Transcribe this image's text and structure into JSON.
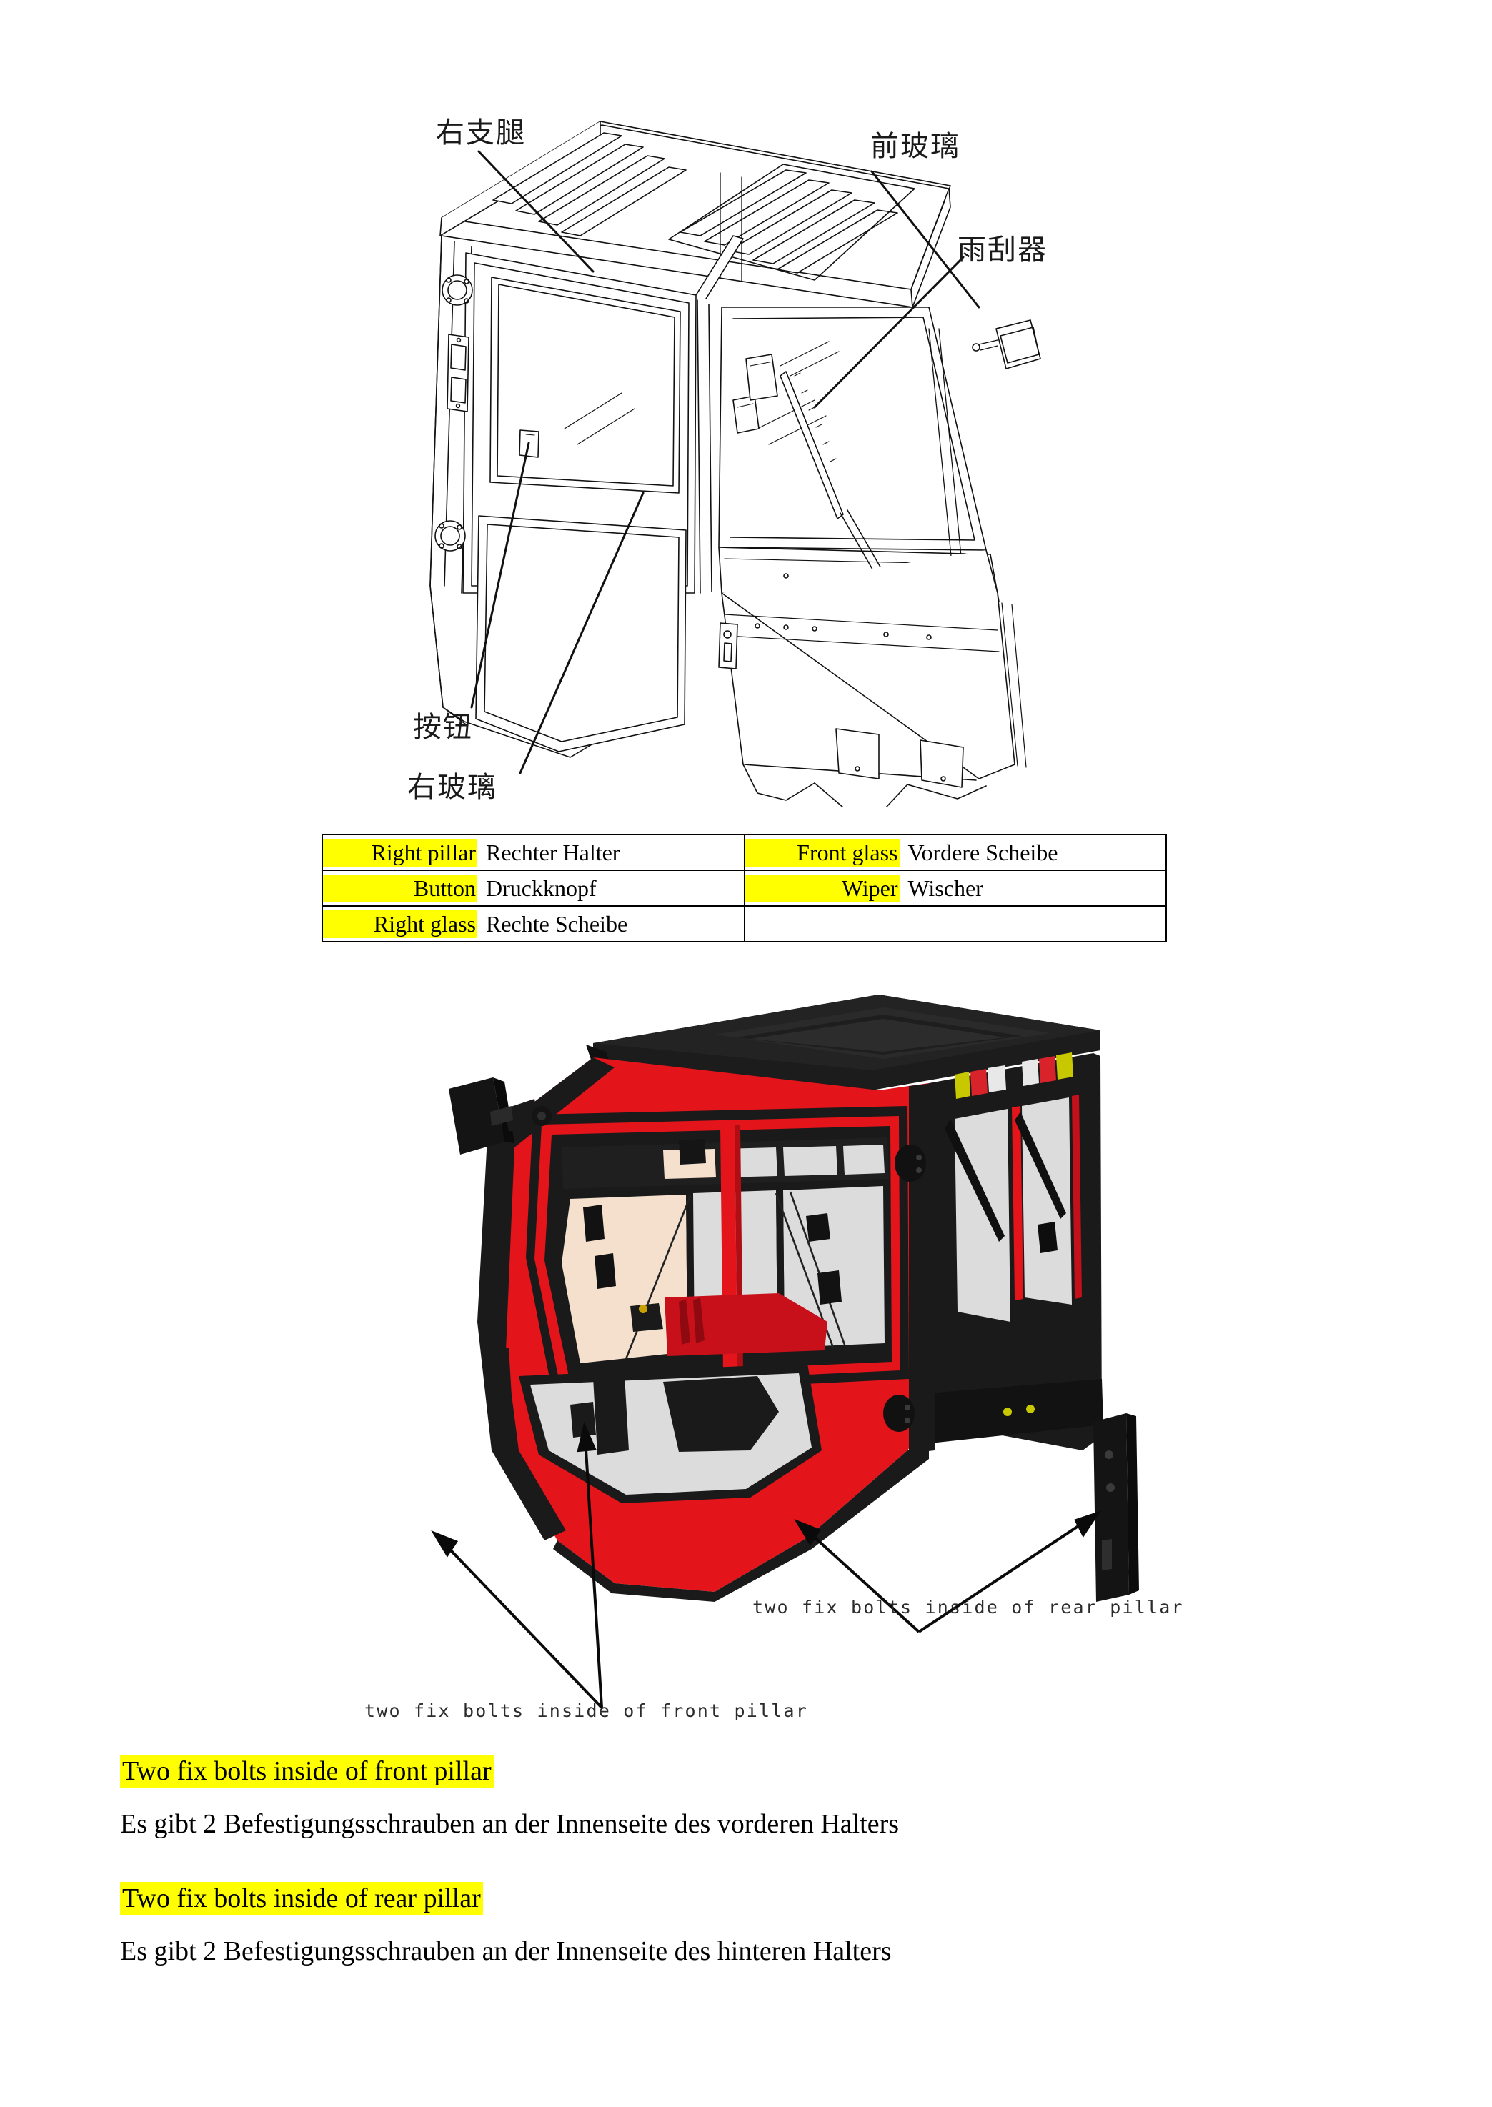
{
  "figure_line_drawing": {
    "name": "cab-line-drawing",
    "callouts": [
      {
        "id": "right-pillar",
        "text": "右支腿"
      },
      {
        "id": "front-glass",
        "text": "前玻璃"
      },
      {
        "id": "wiper",
        "text": "雨刮器"
      },
      {
        "id": "button",
        "text": "按钮"
      },
      {
        "id": "right-glass",
        "text": "右玻璃"
      }
    ]
  },
  "translation_table": {
    "rows": [
      {
        "left": {
          "en": "Right  pillar",
          "de": "Rechter Halter"
        },
        "right": {
          "en": "Front  glass",
          "de": "Vordere Scheibe"
        }
      },
      {
        "left": {
          "en": "Button",
          "de": "Druckknopf"
        },
        "right": {
          "en": "Wiper",
          "de": "Wischer"
        }
      },
      {
        "left": {
          "en": "Right  glass",
          "de": "Rechte Scheibe"
        },
        "right": {
          "en": "",
          "de": ""
        }
      }
    ]
  },
  "figure_red_cab": {
    "name": "cab-red-render",
    "captions": {
      "rear_pillar": "two fix bolts inside of rear pillar",
      "front_pillar": "two fix bolts inside of front pillar"
    },
    "colors": {
      "body_red": "#E3141A",
      "frame_black": "#1A1A1A",
      "glass_gray": "#DCDCDC",
      "interior_beige": "#F5E0CE",
      "marker_yellow": "#C8C800",
      "marker_red": "#D8232A",
      "marker_white": "#E8E8E8"
    }
  },
  "text_blocks": [
    {
      "id": "front-pillar",
      "heading": "Two  fix  bolts  inside  of  front  pillar",
      "german": "Es gibt 2 Befestigungsschrauben an der Innenseite des vorderen Halters"
    },
    {
      "id": "rear-pillar",
      "heading": "Two  fix  bolts  inside  of  rear  pillar",
      "german": "Es gibt 2 Befestigungsschrauben an der Innenseite des hinteren Halters"
    }
  ],
  "highlight_color": "#FFFF00"
}
